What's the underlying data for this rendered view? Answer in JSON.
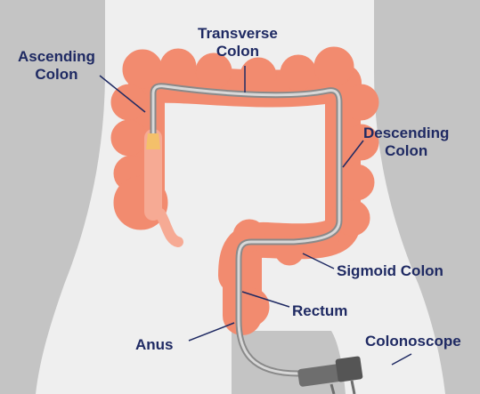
{
  "labels": {
    "transverse": [
      "Transverse",
      "Colon"
    ],
    "ascending": [
      "Ascending",
      "Colon"
    ],
    "descending": [
      "Descending",
      "Colon"
    ],
    "sigmoid": "Sigmoid Colon",
    "rectum": "Rectum",
    "anus": "Anus",
    "colonoscope": "Colonoscope"
  },
  "colors": {
    "background": "#c4c4c4",
    "body": "#efefef",
    "colon": "#f28b6f",
    "colon_light": "#f6aa94",
    "scope_outer": "#8a8a8a",
    "scope_inner": "#d8d8d8",
    "scope_tip": "#f4c06a",
    "label_text": "#1f2a63"
  }
}
